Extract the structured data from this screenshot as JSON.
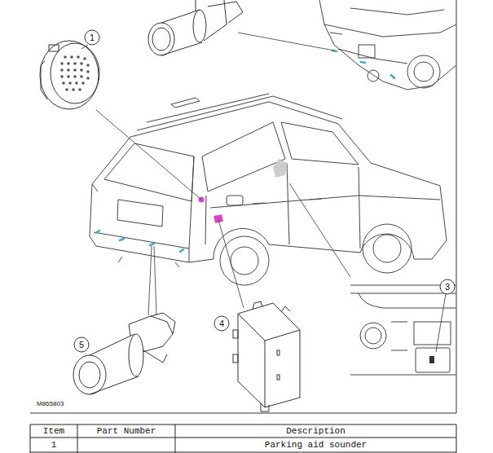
{
  "diagram": {
    "labels": [
      "1",
      "3",
      "4",
      "5",
      "M865803",
      "Item",
      "Part Number",
      "Description",
      "1",
      "Parking aid sounder"
    ]
  }
}
